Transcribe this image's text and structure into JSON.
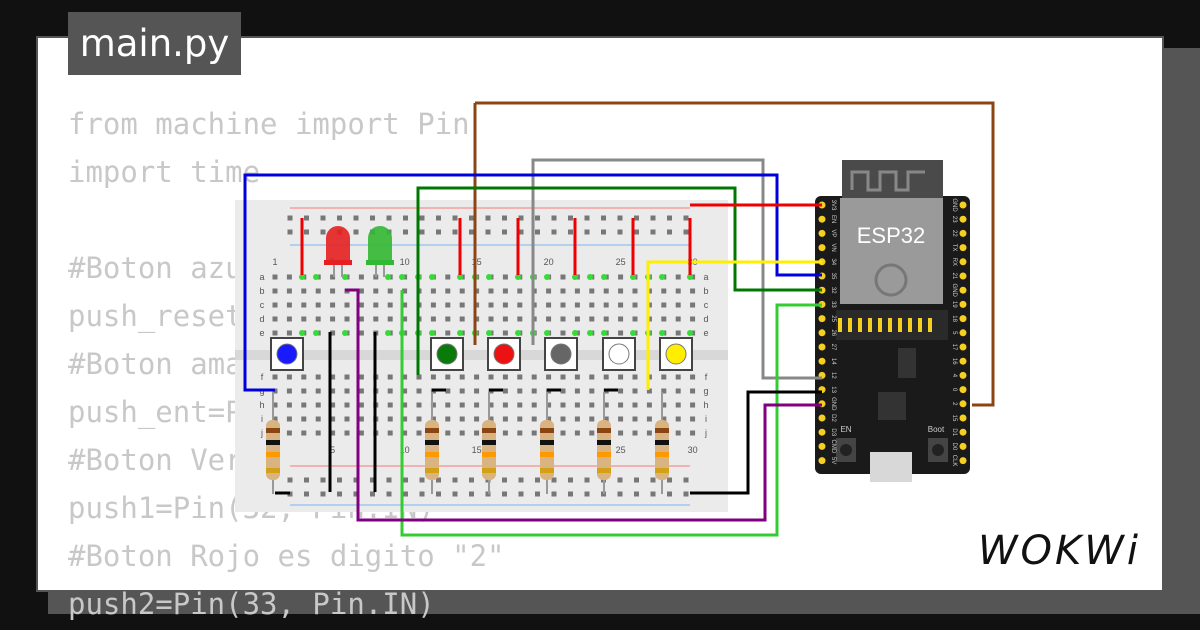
{
  "editor": {
    "file_tab": "main.py",
    "code_lines": [
      "from machine import Pin",
      "import time",
      "",
      "#Boton azul",
      "push_reset=Pin(4, Pin.IN)",
      "#Boton amarillo",
      "push_ent=Pin(5, Pin.IN)",
      "#Boton Verde es digito \"1\"",
      "push1=Pin(32, Pin.IN)",
      "#Boton Rojo es digito \"2\"",
      "push2=Pin(33, Pin.IN)"
    ]
  },
  "board": {
    "chip_label": "ESP32",
    "button_en": "EN",
    "button_boot": "Boot",
    "pins_left": [
      "3V3",
      "EN",
      "VP",
      "VN",
      "34",
      "35",
      "32",
      "33",
      "25",
      "26",
      "27",
      "14",
      "12",
      "13",
      "GND",
      "D2",
      "D3",
      "CMD",
      "5V"
    ],
    "pins_right": [
      "GND",
      "23",
      "22",
      "TX",
      "RX",
      "21",
      "GND",
      "19",
      "18",
      "5",
      "17",
      "16",
      "4",
      "0",
      "2",
      "15",
      "D1",
      "D0",
      "CLK"
    ]
  },
  "breadboard": {
    "col_numbers": [
      "1",
      "5",
      "10",
      "15",
      "20",
      "25",
      "30"
    ],
    "row_letters_top": [
      "a",
      "b",
      "c",
      "d",
      "e"
    ],
    "row_letters_bottom": [
      "f",
      "g",
      "h",
      "i",
      "j"
    ]
  },
  "components": {
    "leds": [
      {
        "color": "#e62020"
      },
      {
        "color": "#33b833"
      }
    ],
    "buttons": [
      {
        "color": "#1a1aff"
      },
      {
        "color": "#0a7a0a"
      },
      {
        "color": "#ee1111"
      },
      {
        "color": "#666666"
      },
      {
        "color": "#ffffff"
      },
      {
        "color": "#ffee00"
      }
    ]
  },
  "brand": {
    "logo": "WOKWi"
  },
  "colors": {
    "background": "#111111",
    "card": "#ffffff",
    "tab": "#555555",
    "code": "#c8c8c8",
    "wire_blue": "#0000dd",
    "wire_green": "#007700",
    "wire_lightgreen": "#33cc33",
    "wire_gray": "#888888",
    "wire_brown": "#8b4513",
    "wire_yellow": "#ffee00",
    "wire_red": "#ee0000",
    "wire_black": "#000000",
    "wire_purple": "#800080",
    "board": "#1a1a1a"
  }
}
